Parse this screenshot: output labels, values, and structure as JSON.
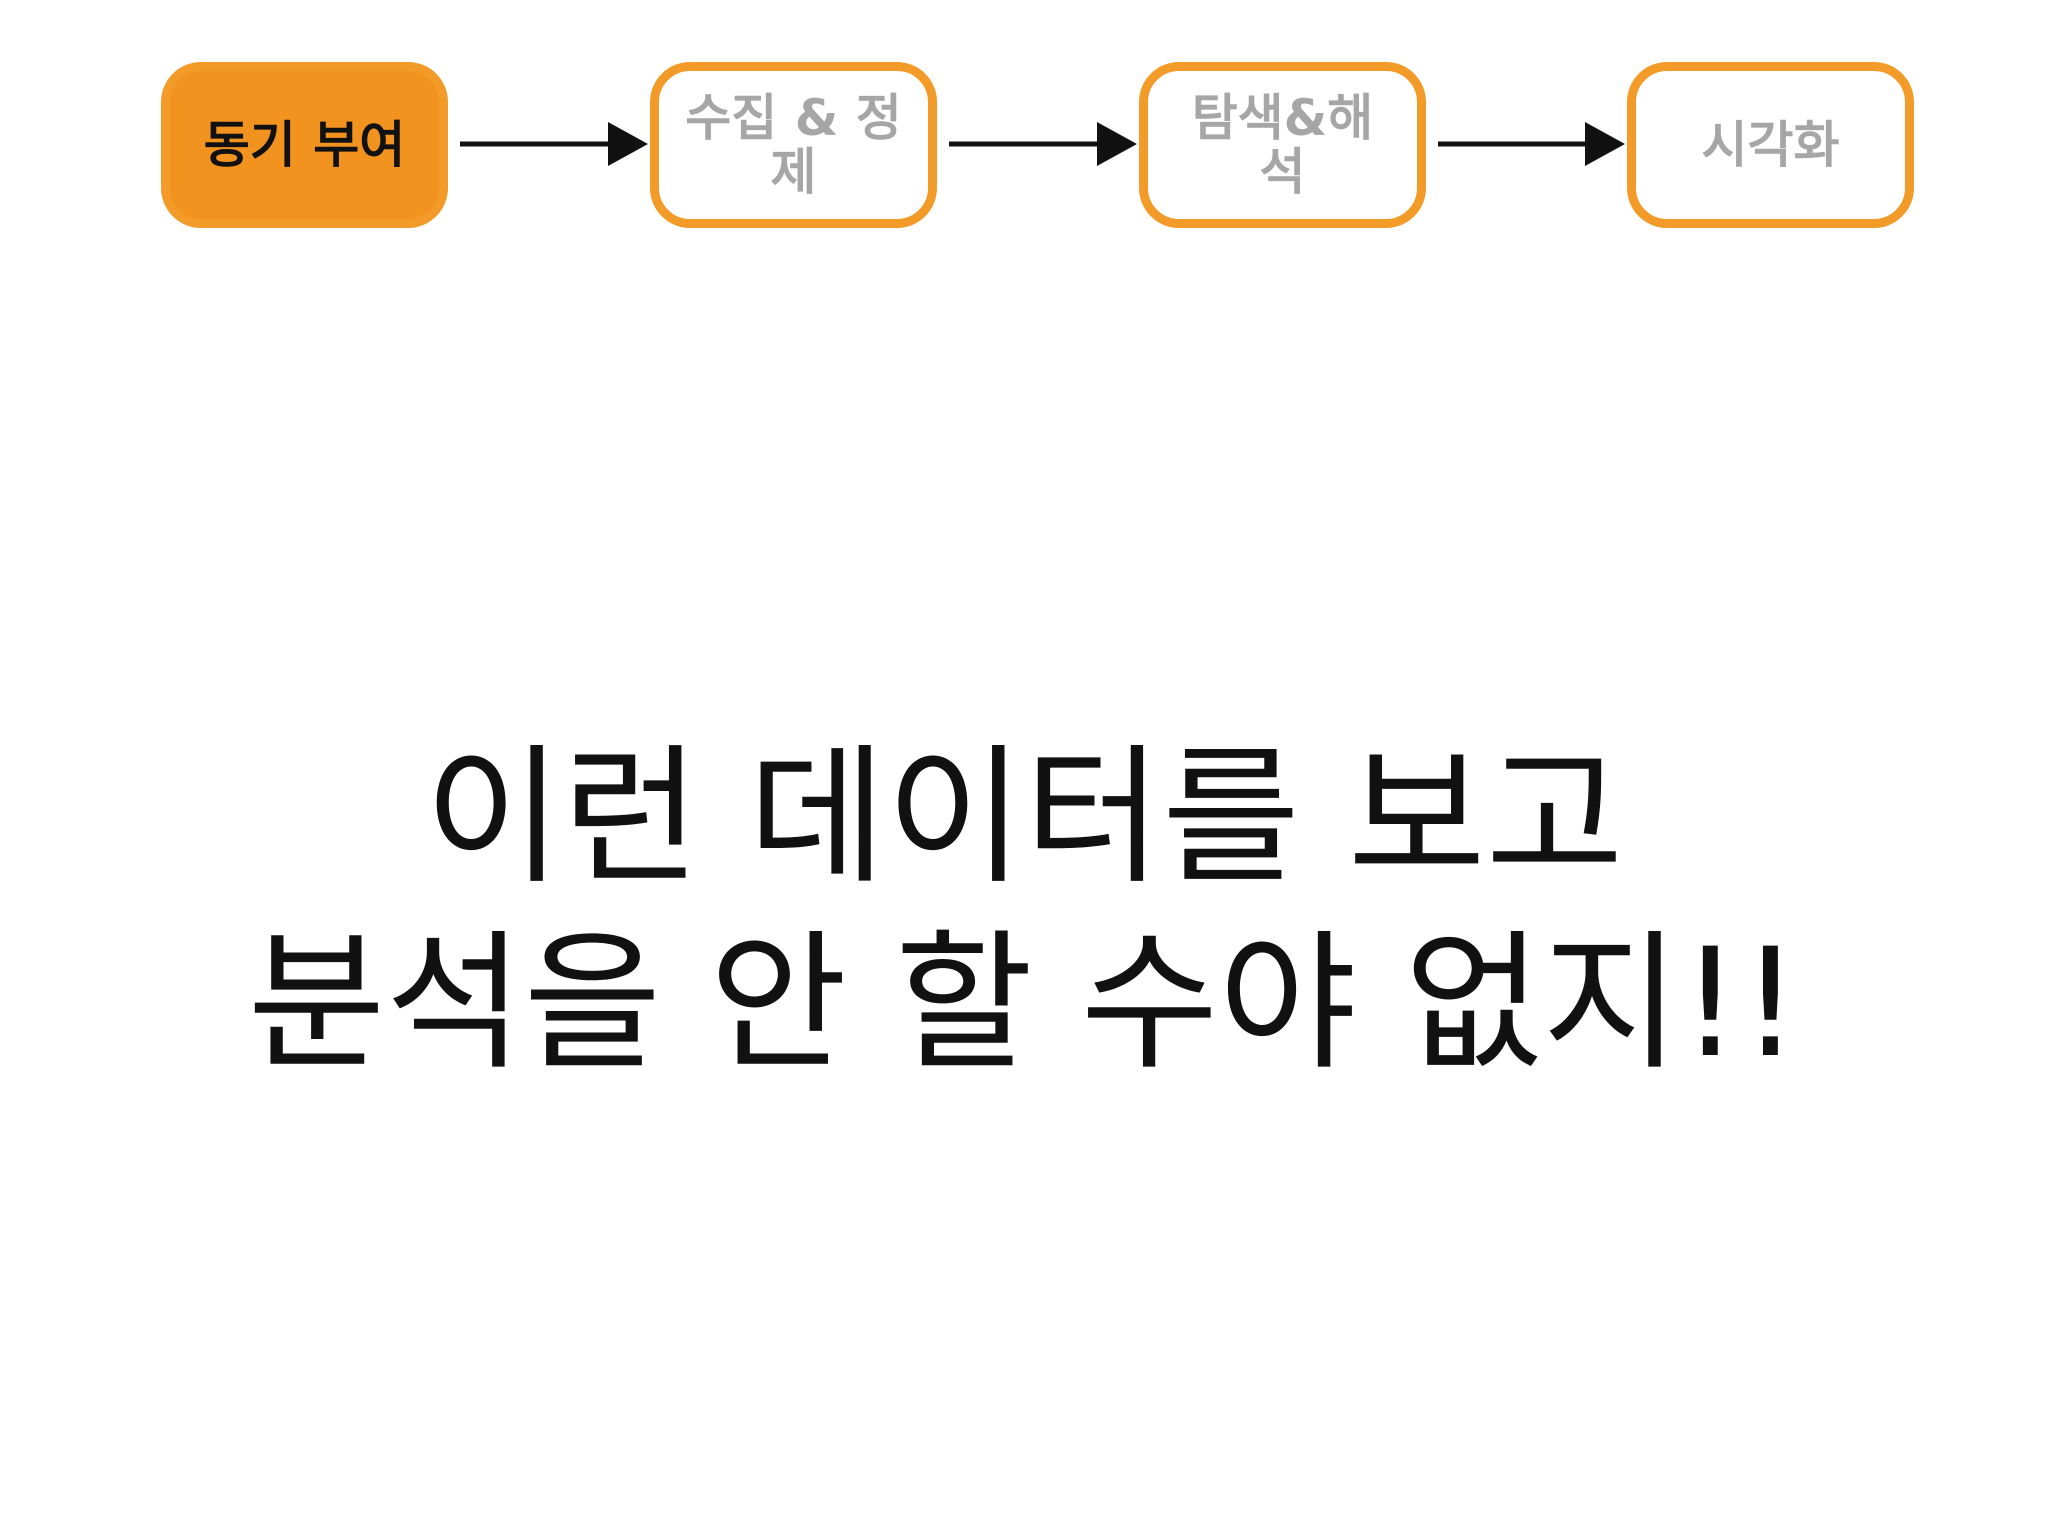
{
  "steps": [
    {
      "label": "동기 부여",
      "active": true
    },
    {
      "label": "수집 & 정제",
      "active": false
    },
    {
      "label": "탐색&해석",
      "active": false
    },
    {
      "label": "시각화",
      "active": false
    }
  ],
  "headline": {
    "line1": "이런 데이터를 보고",
    "line2": "분석을 안 할 수야 없지!!"
  },
  "colors": {
    "accent_orange": "#f39b28",
    "active_fill": "#f2921f",
    "inactive_text": "#a6a6a6",
    "text": "#111111"
  }
}
